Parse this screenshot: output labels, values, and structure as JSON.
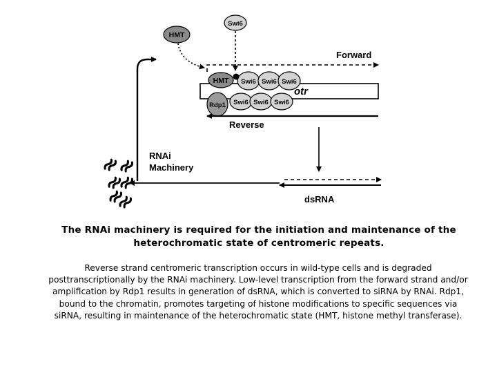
{
  "diagram": {
    "labels": {
      "hmt_top": "HMT",
      "swi6_top": "Swi6",
      "forward": "Forward",
      "hmt_bound": "HMT",
      "swi6_upper": [
        "Swi6",
        "Swi6",
        "Swi6"
      ],
      "otr": "otr",
      "rdp1": "Rdp1",
      "swi6_lower": [
        "Swi6",
        "Swi6",
        "Swi6"
      ],
      "reverse": "Reverse",
      "rnai_line1": "RNAi",
      "rnai_line2": "Machinery",
      "dsrna": "dsRNA"
    },
    "colors": {
      "hmt_fill": "#8a8a8a",
      "swi6_fill": "#d4d4d4",
      "rdp1_fill": "#9a9a9a",
      "line": "#000000"
    }
  },
  "caption": {
    "title": "The RNAi machinery is required for the initiation and maintenance of the heterochromatic state of centromeric repeats.",
    "body": "Reverse strand centromeric transcription occurs in wild-type cells and is degraded posttranscriptionally by the RNAi machinery. Low-level transcription from the forward strand and/or amplification by Rdp1 results in generation of dsRNA, which is converted to siRNA by RNAi. Rdp1, bound to the chromatin, promotes targeting of histone modifications to specific sequences via siRNA, resulting in maintenance of the heterochromatic state (HMT, histone methyl transferase)."
  }
}
